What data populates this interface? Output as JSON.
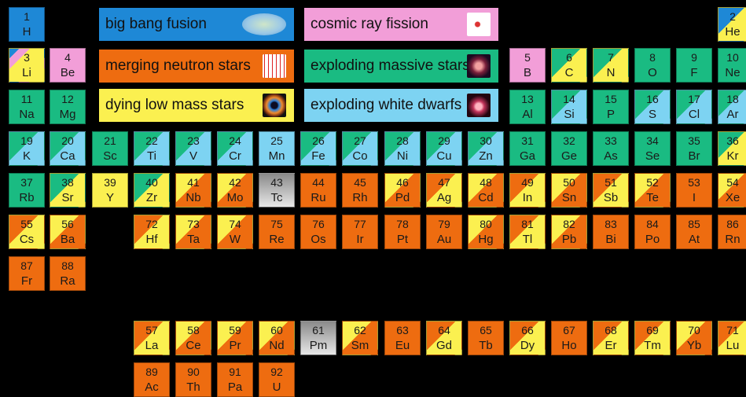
{
  "colors": {
    "bigbang": "#1e88d6",
    "cosmic": "#f29ed8",
    "neutron": "#ee6c10",
    "massive": "#1abb82",
    "lowmass": "#fbf050",
    "whitedwarf": "#7dd3f2",
    "none": "#b8b8b8"
  },
  "legend": [
    {
      "key": "bigbang",
      "label": "big bang fusion",
      "icon": "cmb-map-icon"
    },
    {
      "key": "cosmic",
      "label": "cosmic ray fission",
      "icon": "cosmic-ray-icon"
    },
    {
      "key": "neutron",
      "label": "merging neutron stars",
      "icon": "waveform-icon"
    },
    {
      "key": "massive",
      "label": "exploding massive stars",
      "icon": "supernova-icon"
    },
    {
      "key": "lowmass",
      "label": "dying low mass stars",
      "icon": "planetary-nebula-icon"
    },
    {
      "key": "whitedwarf",
      "label": "exploding white dwarfs",
      "icon": "white-dwarf-nova-icon"
    }
  ],
  "elements": [
    {
      "n": "1",
      "s": "H",
      "c": [
        "bigbang"
      ]
    },
    {
      "n": "2",
      "s": "He",
      "c": [
        "bigbang",
        "lowmass"
      ]
    },
    {
      "n": "3",
      "s": "Li",
      "c": [
        "bigbang",
        "cosmic",
        "lowmass"
      ]
    },
    {
      "n": "4",
      "s": "Be",
      "c": [
        "cosmic"
      ]
    },
    {
      "n": "5",
      "s": "B",
      "c": [
        "cosmic"
      ]
    },
    {
      "n": "6",
      "s": "C",
      "c": [
        "massive",
        "lowmass"
      ]
    },
    {
      "n": "7",
      "s": "N",
      "c": [
        "massive",
        "lowmass"
      ]
    },
    {
      "n": "8",
      "s": "O",
      "c": [
        "massive"
      ]
    },
    {
      "n": "9",
      "s": "F",
      "c": [
        "massive"
      ]
    },
    {
      "n": "10",
      "s": "Ne",
      "c": [
        "massive"
      ]
    },
    {
      "n": "11",
      "s": "Na",
      "c": [
        "massive"
      ]
    },
    {
      "n": "12",
      "s": "Mg",
      "c": [
        "massive"
      ]
    },
    {
      "n": "13",
      "s": "Al",
      "c": [
        "massive"
      ]
    },
    {
      "n": "14",
      "s": "Si",
      "c": [
        "massive",
        "whitedwarf"
      ]
    },
    {
      "n": "15",
      "s": "P",
      "c": [
        "massive"
      ]
    },
    {
      "n": "16",
      "s": "S",
      "c": [
        "massive",
        "whitedwarf"
      ]
    },
    {
      "n": "17",
      "s": "Cl",
      "c": [
        "massive",
        "whitedwarf"
      ]
    },
    {
      "n": "18",
      "s": "Ar",
      "c": [
        "massive",
        "whitedwarf"
      ]
    },
    {
      "n": "19",
      "s": "K",
      "c": [
        "massive",
        "whitedwarf"
      ]
    },
    {
      "n": "20",
      "s": "Ca",
      "c": [
        "massive",
        "whitedwarf"
      ]
    },
    {
      "n": "21",
      "s": "Sc",
      "c": [
        "massive"
      ]
    },
    {
      "n": "22",
      "s": "Ti",
      "c": [
        "massive",
        "whitedwarf"
      ]
    },
    {
      "n": "23",
      "s": "V",
      "c": [
        "massive",
        "whitedwarf"
      ]
    },
    {
      "n": "24",
      "s": "Cr",
      "c": [
        "massive",
        "whitedwarf"
      ]
    },
    {
      "n": "25",
      "s": "Mn",
      "c": [
        "whitedwarf"
      ]
    },
    {
      "n": "26",
      "s": "Fe",
      "c": [
        "massive",
        "whitedwarf"
      ]
    },
    {
      "n": "27",
      "s": "Co",
      "c": [
        "massive",
        "whitedwarf"
      ]
    },
    {
      "n": "28",
      "s": "Ni",
      "c": [
        "massive",
        "whitedwarf"
      ]
    },
    {
      "n": "29",
      "s": "Cu",
      "c": [
        "massive",
        "whitedwarf"
      ]
    },
    {
      "n": "30",
      "s": "Zn",
      "c": [
        "massive",
        "whitedwarf"
      ]
    },
    {
      "n": "31",
      "s": "Ga",
      "c": [
        "massive"
      ]
    },
    {
      "n": "32",
      "s": "Ge",
      "c": [
        "massive"
      ]
    },
    {
      "n": "33",
      "s": "As",
      "c": [
        "massive"
      ]
    },
    {
      "n": "34",
      "s": "Se",
      "c": [
        "massive"
      ]
    },
    {
      "n": "35",
      "s": "Br",
      "c": [
        "massive"
      ]
    },
    {
      "n": "36",
      "s": "Kr",
      "c": [
        "massive",
        "lowmass"
      ]
    },
    {
      "n": "37",
      "s": "Rb",
      "c": [
        "massive"
      ]
    },
    {
      "n": "38",
      "s": "Sr",
      "c": [
        "massive",
        "lowmass"
      ]
    },
    {
      "n": "39",
      "s": "Y",
      "c": [
        "lowmass"
      ]
    },
    {
      "n": "40",
      "s": "Zr",
      "c": [
        "massive",
        "lowmass"
      ]
    },
    {
      "n": "41",
      "s": "Nb",
      "c": [
        "lowmass",
        "neutron"
      ]
    },
    {
      "n": "42",
      "s": "Mo",
      "c": [
        "lowmass",
        "neutron"
      ]
    },
    {
      "n": "43",
      "s": "Tc",
      "c": [
        "none"
      ]
    },
    {
      "n": "44",
      "s": "Ru",
      "c": [
        "neutron"
      ]
    },
    {
      "n": "45",
      "s": "Rh",
      "c": [
        "neutron"
      ]
    },
    {
      "n": "46",
      "s": "Pd",
      "c": [
        "lowmass",
        "neutron"
      ]
    },
    {
      "n": "47",
      "s": "Ag",
      "c": [
        "neutron",
        "lowmass"
      ]
    },
    {
      "n": "48",
      "s": "Cd",
      "c": [
        "lowmass",
        "neutron"
      ]
    },
    {
      "n": "49",
      "s": "In",
      "c": [
        "neutron",
        "lowmass"
      ]
    },
    {
      "n": "50",
      "s": "Sn",
      "c": [
        "lowmass",
        "neutron"
      ]
    },
    {
      "n": "51",
      "s": "Sb",
      "c": [
        "neutron",
        "lowmass"
      ]
    },
    {
      "n": "52",
      "s": "Te",
      "c": [
        "lowmass",
        "neutron"
      ]
    },
    {
      "n": "53",
      "s": "I",
      "c": [
        "neutron"
      ]
    },
    {
      "n": "54",
      "s": "Xe",
      "c": [
        "lowmass",
        "neutron"
      ]
    },
    {
      "n": "55",
      "s": "Cs",
      "c": [
        "neutron",
        "lowmass"
      ]
    },
    {
      "n": "56",
      "s": "Ba",
      "c": [
        "lowmass",
        "neutron"
      ]
    },
    {
      "n": "72",
      "s": "Hf",
      "c": [
        "neutron",
        "lowmass"
      ]
    },
    {
      "n": "73",
      "s": "Ta",
      "c": [
        "lowmass",
        "neutron"
      ]
    },
    {
      "n": "74",
      "s": "W",
      "c": [
        "lowmass",
        "neutron"
      ]
    },
    {
      "n": "75",
      "s": "Re",
      "c": [
        "neutron"
      ]
    },
    {
      "n": "76",
      "s": "Os",
      "c": [
        "neutron"
      ]
    },
    {
      "n": "77",
      "s": "Ir",
      "c": [
        "neutron"
      ]
    },
    {
      "n": "78",
      "s": "Pt",
      "c": [
        "neutron"
      ]
    },
    {
      "n": "79",
      "s": "Au",
      "c": [
        "neutron"
      ]
    },
    {
      "n": "80",
      "s": "Hg",
      "c": [
        "lowmass",
        "neutron"
      ]
    },
    {
      "n": "81",
      "s": "Tl",
      "c": [
        "neutron",
        "lowmass"
      ]
    },
    {
      "n": "82",
      "s": "Pb",
      "c": [
        "lowmass",
        "neutron"
      ]
    },
    {
      "n": "83",
      "s": "Bi",
      "c": [
        "neutron"
      ]
    },
    {
      "n": "84",
      "s": "Po",
      "c": [
        "neutron"
      ]
    },
    {
      "n": "85",
      "s": "At",
      "c": [
        "neutron"
      ]
    },
    {
      "n": "86",
      "s": "Rn",
      "c": [
        "neutron"
      ]
    },
    {
      "n": "87",
      "s": "Fr",
      "c": [
        "neutron"
      ]
    },
    {
      "n": "88",
      "s": "Ra",
      "c": [
        "neutron"
      ]
    },
    {
      "n": "57",
      "s": "La",
      "c": [
        "neutron",
        "lowmass"
      ]
    },
    {
      "n": "58",
      "s": "Ce",
      "c": [
        "lowmass",
        "neutron"
      ]
    },
    {
      "n": "59",
      "s": "Pr",
      "c": [
        "lowmass",
        "neutron"
      ]
    },
    {
      "n": "60",
      "s": "Nd",
      "c": [
        "lowmass",
        "neutron"
      ]
    },
    {
      "n": "61",
      "s": "Pm",
      "c": [
        "none"
      ]
    },
    {
      "n": "62",
      "s": "Sm",
      "c": [
        "lowmass",
        "neutron"
      ]
    },
    {
      "n": "63",
      "s": "Eu",
      "c": [
        "neutron"
      ]
    },
    {
      "n": "64",
      "s": "Gd",
      "c": [
        "neutron",
        "lowmass"
      ]
    },
    {
      "n": "65",
      "s": "Tb",
      "c": [
        "neutron"
      ]
    },
    {
      "n": "66",
      "s": "Dy",
      "c": [
        "neutron",
        "lowmass"
      ]
    },
    {
      "n": "67",
      "s": "Ho",
      "c": [
        "neutron"
      ]
    },
    {
      "n": "68",
      "s": "Er",
      "c": [
        "neutron",
        "lowmass"
      ]
    },
    {
      "n": "69",
      "s": "Tm",
      "c": [
        "neutron",
        "lowmass"
      ]
    },
    {
      "n": "70",
      "s": "Yb",
      "c": [
        "lowmass",
        "neutron"
      ]
    },
    {
      "n": "71",
      "s": "Lu",
      "c": [
        "neutron",
        "lowmass"
      ]
    },
    {
      "n": "89",
      "s": "Ac",
      "c": [
        "neutron"
      ]
    },
    {
      "n": "90",
      "s": "Th",
      "c": [
        "neutron"
      ]
    },
    {
      "n": "91",
      "s": "Pa",
      "c": [
        "neutron"
      ]
    },
    {
      "n": "92",
      "s": "U",
      "c": [
        "neutron"
      ]
    }
  ]
}
